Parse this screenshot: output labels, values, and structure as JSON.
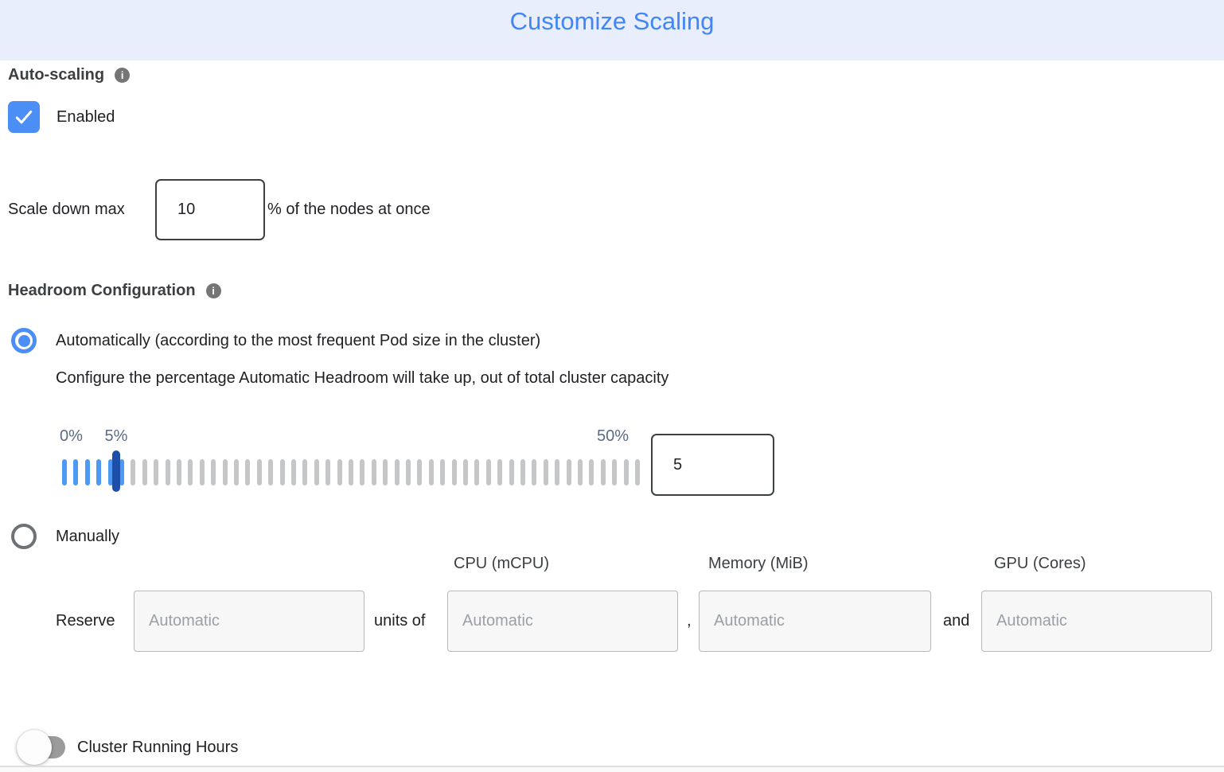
{
  "header": {
    "title": "Customize Scaling"
  },
  "auto_scaling": {
    "label": "Auto-scaling",
    "enabled_label": "Enabled",
    "checkbox_checked": true,
    "scale_down_prefix": "Scale down max",
    "scale_down_value": "10",
    "scale_down_suffix": "% of the nodes at once"
  },
  "headroom": {
    "label": "Headroom Configuration",
    "auto_option_label": "Automatically (according to the most frequent Pod size in the cluster)",
    "auto_option_selected": true,
    "auto_option_description": "Configure the percentage Automatic Headroom will take up, out of total cluster capacity",
    "slider": {
      "min": 0,
      "max": 50,
      "value": 5,
      "min_label": "0%",
      "value_label": "5%",
      "max_label": "50%",
      "tick_color_active": "#4d9af5",
      "tick_color_inactive": "#c4c6c8",
      "handle_color": "#1d4fa8"
    },
    "value_input": "5",
    "manual_option_label": "Manually",
    "manual_option_selected": false,
    "reserve_label": "Reserve",
    "units_of_label": "units of",
    "comma": ",",
    "and_label": "and",
    "columns": [
      "CPU (mCPU)",
      "Memory (MiB)",
      "GPU (Cores)"
    ],
    "auto_placeholder": "Automatic"
  },
  "footer": {
    "cluster_running_hours_label": "Cluster Running Hours",
    "toggle_on": false
  },
  "colors": {
    "accent_blue": "#4b8ef5",
    "title_blue": "#4286f5",
    "header_bg": "#e8eefb",
    "slider_handle": "#1d4fa8"
  }
}
